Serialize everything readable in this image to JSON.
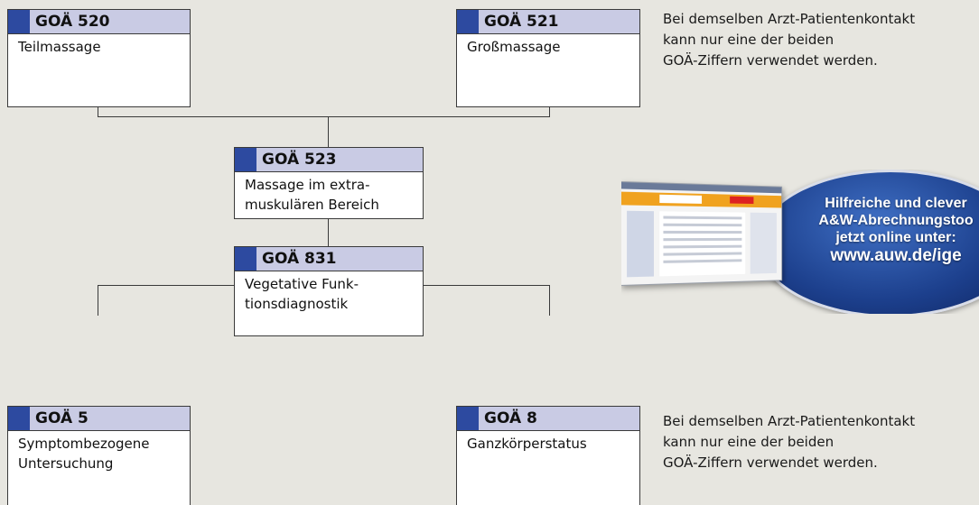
{
  "boxes": {
    "goa520": {
      "code": "GOÄ 520",
      "desc": "Teilmassage"
    },
    "goa521": {
      "code": "GOÄ 521",
      "desc": "Großmassage"
    },
    "goa523": {
      "code": "GOÄ 523",
      "desc": "Massage im extra-\nmuskulären Bereich"
    },
    "goa831": {
      "code": "GOÄ 831",
      "desc": "Vegetative Funk-\ntionsdiagnostik"
    },
    "goa5": {
      "code": "GOÄ 5",
      "desc": "Symptombezogene\nUntersuchung"
    },
    "goa8": {
      "code": "GOÄ 8",
      "desc": "Ganzkörperstatus"
    }
  },
  "notes": {
    "top": "Bei demselben Arzt-Patientenkontakt\nkann nur eine der beiden\nGOÄ-Ziffern verwendet werden.",
    "bottom": "Bei demselben Arzt-Patientenkontakt\nkann nur eine der beiden\nGOÄ-Ziffern verwendet werden."
  },
  "promo": {
    "line1": "Hilfreiche und clever",
    "line2": "A&W-Abrechnungstoo",
    "line3": "jetzt online unter:",
    "url": "www.auw.de/ige"
  },
  "colors": {
    "header_fill": "#c9cbe4",
    "header_marker": "#2d4aa0",
    "background": "#e7e6e0",
    "badge_blue": "#1c3f8c"
  }
}
